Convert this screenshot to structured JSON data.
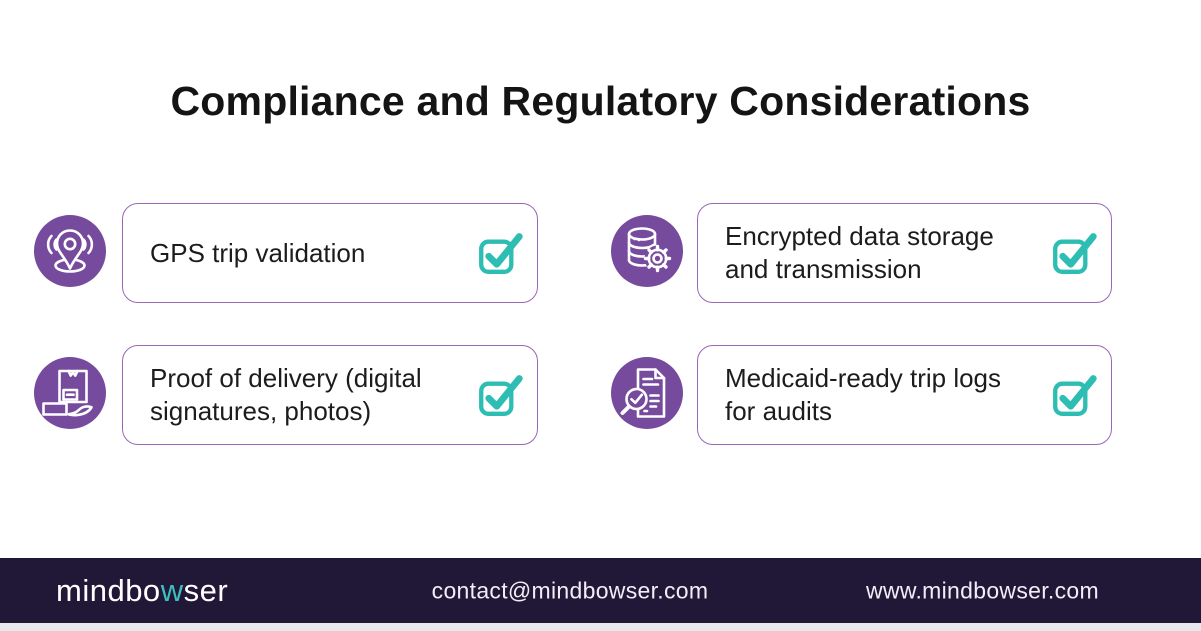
{
  "title": "Compliance and Regulatory Considerations",
  "cards": [
    {
      "icon": "gps-signal-location-icon",
      "check_icon": "checkbox-checked-icon",
      "lines": [
        "GPS trip validation"
      ]
    },
    {
      "icon": "encrypted-database-gear-icon",
      "check_icon": "checkbox-checked-icon",
      "lines": [
        "Encrypted data storage",
        "and transmission"
      ]
    },
    {
      "icon": "delivery-package-hand-icon",
      "check_icon": "checkbox-checked-icon",
      "lines": [
        "Proof of delivery (digital",
        "signatures, photos)"
      ]
    },
    {
      "icon": "audit-document-magnifier-icon",
      "check_icon": "checkbox-checked-icon",
      "lines": [
        "Medicaid-ready trip logs",
        "for audits"
      ]
    }
  ],
  "footer": {
    "logo_prefix": "mindbo",
    "logo_accent": "w",
    "logo_suffix": "ser",
    "email": "contact@mindbowser.com",
    "website": "www.mindbowser.com"
  },
  "colors": {
    "purple": "#764B9E",
    "card_border": "#9A66B8",
    "teal": "#2EBDB2",
    "logo_teal": "#3FBEBE",
    "footer_bg": "#211837",
    "title_color": "#141414",
    "text_color": "#1C1C1C",
    "bottom_strip": "#E9E7EE"
  }
}
